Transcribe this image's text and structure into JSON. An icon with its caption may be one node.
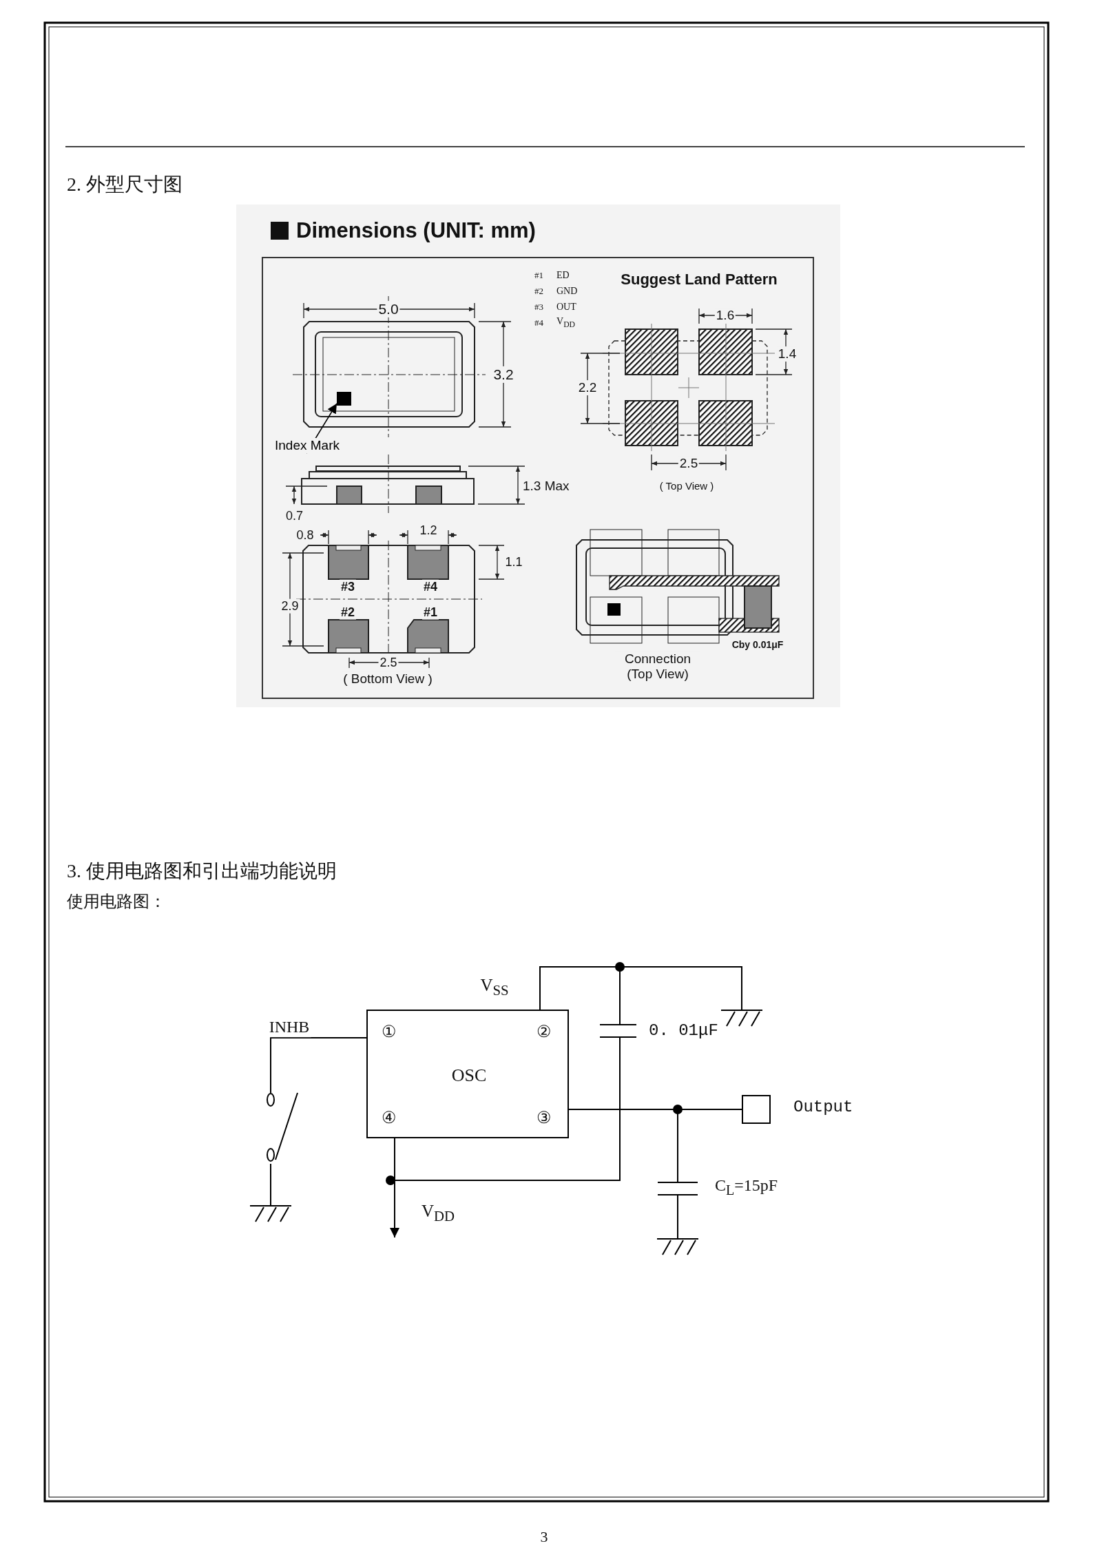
{
  "diagram": {
    "nodes": [
      {
        "text": [
          "OSC",
          "①",
          "②",
          "④",
          "③"
        ]
      },
      {
        "text": [],
        "shape": "box",
        "beside": [
          "Output"
        ]
      },
      {
        "text": [],
        "shape": "capacitor",
        "beside": [
          "0. 01μF"
        ]
      },
      {
        "text": [],
        "shape": "capacitor",
        "beside": [
          "C$_{L}$=15pF"
        ]
      },
      {
        "text": [],
        "shape": "switch"
      },
      {
        "text": [],
        "shape": "ground"
      },
      {
        "text": [],
        "shape": "ground"
      },
      {
        "text": [],
        "shape": "ground"
      },
      {
        "text": [
          "Index Mark"
        ]
      },
      {
        "text": [],
        "shape": "box"
      }
    ],
    "edges": [
      {
        "from": 0,
        "to": 4,
        "arrow": "none",
        "label": "INHB"
      },
      {
        "from": 4,
        "to": 5,
        "arrow": "none"
      },
      {
        "from": 0,
        "to": 2,
        "arrow": "none"
      },
      {
        "from": 0,
        "to": 6,
        "arrow": "none"
      },
      {
        "from": 2,
        "to": 0,
        "arrow": "none"
      },
      {
        "from": 0,
        "to": null,
        "arrow": "to"
      },
      {
        "from": 0,
        "to": 1,
        "arrow": "none"
      },
      {
        "from": 0,
        "to": 3,
        "arrow": "none"
      },
      {
        "from": 3,
        "to": 7,
        "arrow": "none"
      },
      {
        "from": 8,
        "to": 9,
        "arrow": "to"
      }
    ],
    "labels": [
      "2. 外型尺寸图",
      "Dimensions (UNIT: mm)",
      "#1",
      "ED",
      "#2",
      "GND",
      "#3",
      "OUT",
      "#4",
      "V$_{DD}$",
      "Suggest Land Pattern",
      "5.0",
      "1.6",
      "1.4",
      "3.2",
      "2.2",
      "2.5",
      "1.3 Max",
      "( Top View )",
      "0.7",
      "0.8",
      "1.2",
      "1.1",
      "2.9",
      "#3",
      "#4",
      "#2",
      "#1",
      "2.5",
      "( Bottom View )",
      "Cby 0.01μF",
      "Connection (Top View)",
      "3. 使用电路图和引出端功能说明",
      "使用电路图：",
      "V$_{SS}$",
      "V$_{DD}$",
      "3"
    ]
  }
}
